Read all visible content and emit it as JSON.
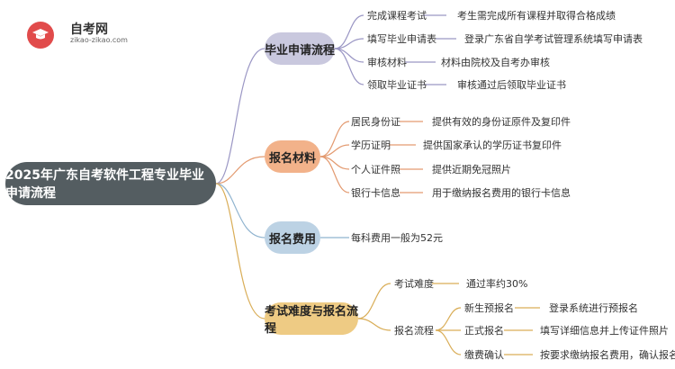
{
  "logo": {
    "name": "自考网",
    "url": "zikao-zikao.com"
  },
  "root": "2025年广东自考软件工程专业毕业申请流程",
  "branches": [
    {
      "label": "毕业申请流程",
      "items": [
        {
          "label": "完成课程考试",
          "detail": "考生需完成所有课程并取得合格成绩"
        },
        {
          "label": "填写毕业申请表",
          "detail": "登录广东省自学考试管理系统填写申请表"
        },
        {
          "label": "审核材料",
          "detail": "材料由院校及自考办审核"
        },
        {
          "label": "领取毕业证书",
          "detail": "审核通过后领取毕业证书"
        }
      ]
    },
    {
      "label": "报名材料",
      "items": [
        {
          "label": "居民身份证",
          "detail": "提供有效的身份证原件及复印件"
        },
        {
          "label": "学历证明",
          "detail": "提供国家承认的学历证书复印件"
        },
        {
          "label": "个人证件照",
          "detail": "提供近期免冠照片"
        },
        {
          "label": "银行卡信息",
          "detail": "用于缴纳报名费用的银行卡信息"
        }
      ]
    },
    {
      "label": "报名费用",
      "items": [
        {
          "label": "每科费用一般为52元"
        }
      ]
    },
    {
      "label": "考试难度与报名流程",
      "items": [
        {
          "label": "考试难度",
          "detail": "通过率约30%"
        },
        {
          "label": "报名流程",
          "children": [
            {
              "label": "新生预报名",
              "detail": "登录系统进行预报名"
            },
            {
              "label": "正式报名",
              "detail": "填写详细信息并上传证件照片"
            },
            {
              "label": "缴费确认",
              "detail": "按要求缴纳报名费用，确认报名成功"
            }
          ]
        }
      ]
    }
  ],
  "colors": {
    "root": "#545d61",
    "branch1": "#c9c8de",
    "branch2": "#f2b28a",
    "branch3": "#bcd2e4",
    "branch4": "#eecb84"
  }
}
